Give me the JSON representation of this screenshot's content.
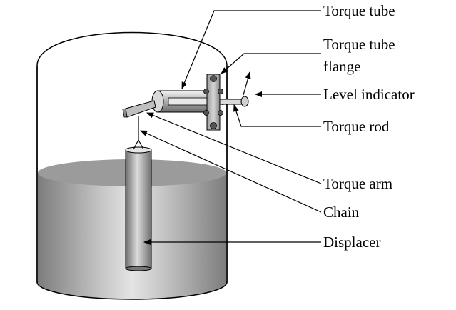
{
  "labels": {
    "torque_tube": "Torque tube",
    "flange_line1": "Torque tube",
    "flange_line2": "flange",
    "level_indicator": "Level indicator",
    "torque_rod": "Torque rod",
    "torque_arm": "Torque arm",
    "chain": "Chain",
    "displacer": "Displacer"
  }
}
